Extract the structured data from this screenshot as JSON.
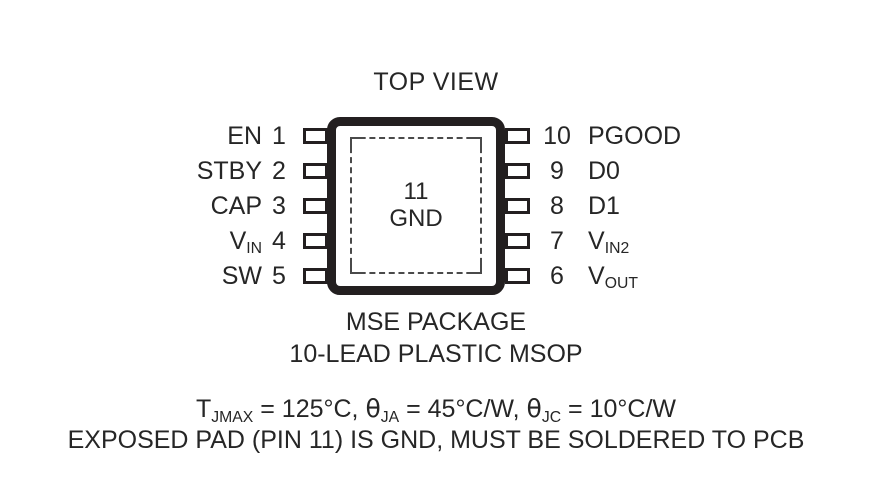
{
  "figure": {
    "view_label": "TOP VIEW",
    "package_name": "MSE PACKAGE",
    "package_desc": "10-LEAD PLASTIC MSOP",
    "exposed_pad_number": "11",
    "exposed_pad_name": "GND",
    "notes": {
      "thermal_tjmax_label": "T",
      "thermal_tjmax_sub": "JMAX",
      "thermal_tjmax_value": " = 125°C, ",
      "theta_ja_symbol": "θ",
      "theta_ja_sub": "JA",
      "theta_ja_value": " = 45°C/W, ",
      "theta_jc_symbol": "θ",
      "theta_jc_sub": "JC",
      "theta_jc_value": " = 10°C/W",
      "exposed_pad_note": "EXPOSED PAD (PIN 11) IS GND, MUST BE SOLDERED TO PCB"
    }
  },
  "pins": {
    "left": [
      {
        "number": "1",
        "name": "EN",
        "sub": ""
      },
      {
        "number": "2",
        "name": "STBY",
        "sub": ""
      },
      {
        "number": "3",
        "name": "CAP",
        "sub": ""
      },
      {
        "number": "4",
        "name": "V",
        "sub": "IN"
      },
      {
        "number": "5",
        "name": "SW",
        "sub": ""
      }
    ],
    "right": [
      {
        "number": "10",
        "name": "PGOOD",
        "sub": ""
      },
      {
        "number": "9",
        "name": "D0",
        "sub": ""
      },
      {
        "number": "8",
        "name": "D1",
        "sub": ""
      },
      {
        "number": "7",
        "name": "V",
        "sub": "IN2"
      },
      {
        "number": "6",
        "name": "V",
        "sub": "OUT"
      }
    ]
  },
  "colors": {
    "outline": "#231f20",
    "pad_dash": "#4a4a4a",
    "text": "#262626",
    "background": "#ffffff"
  }
}
